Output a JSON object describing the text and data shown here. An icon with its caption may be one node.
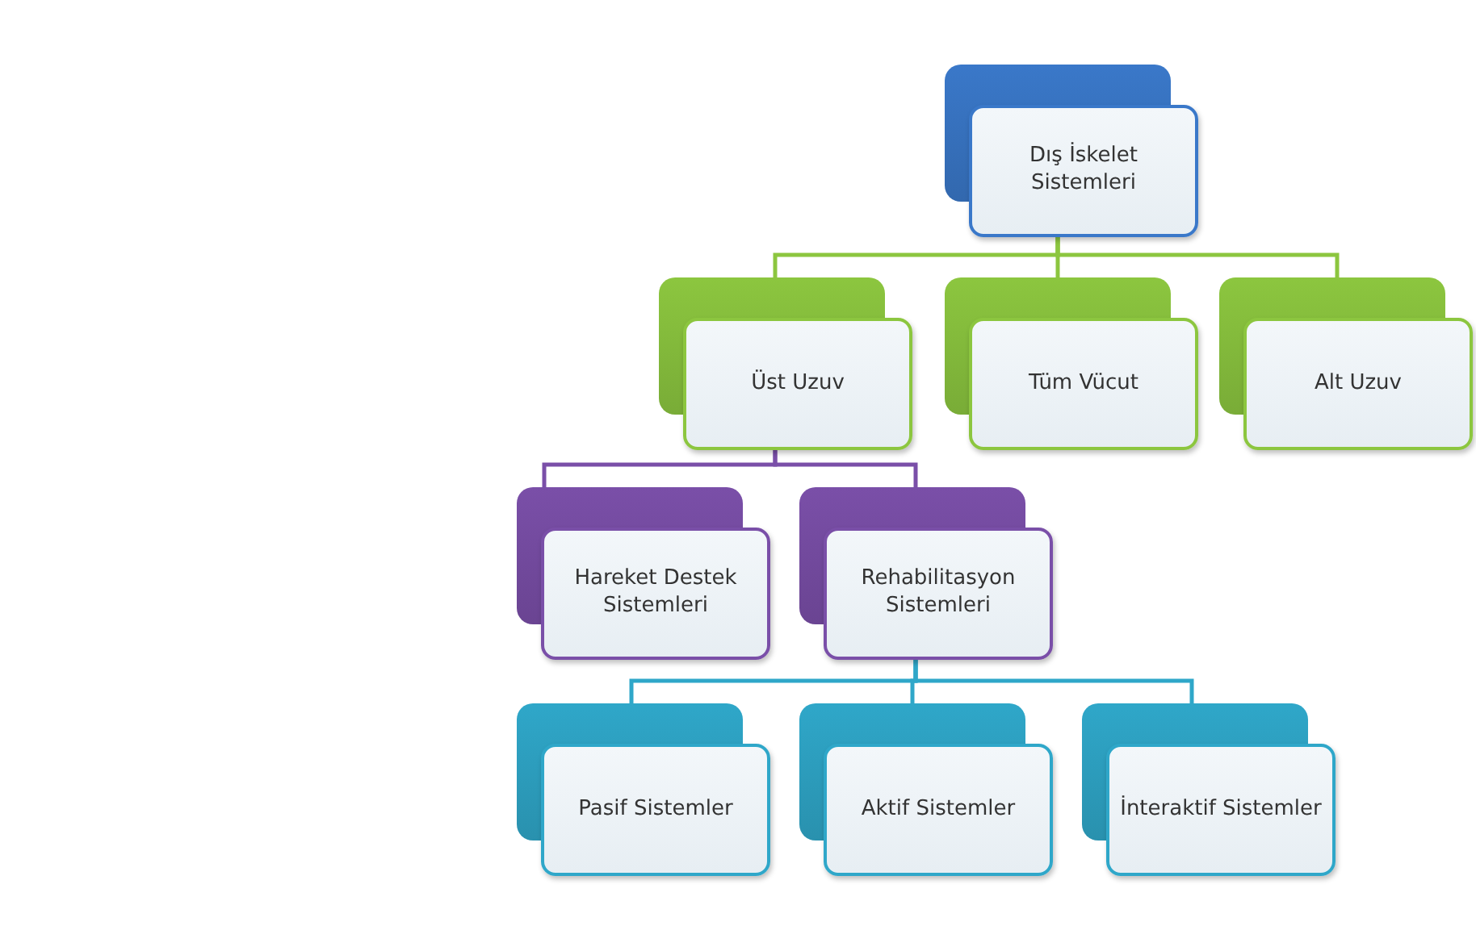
{
  "diagram": {
    "nodes": [
      {
        "text": [
          "Dış İskelet Sistemleri"
        ]
      },
      {
        "text": [
          "Üst Uzuv"
        ]
      },
      {
        "text": [
          "Tüm Vücut"
        ]
      },
      {
        "text": [
          "Alt Uzuv"
        ]
      },
      {
        "text": [
          "Hareket Destek Sistemleri"
        ]
      },
      {
        "text": [
          "Rehabilitasyon Sistemleri"
        ]
      },
      {
        "text": [
          "Pasif Sistemler"
        ]
      },
      {
        "text": [
          "Aktif Sistemler"
        ]
      },
      {
        "text": [
          "İnteraktif Sistemler"
        ]
      }
    ],
    "edges": [
      {
        "from": 0,
        "to": 1,
        "arrow": "none",
        "color": "#8cc63f"
      },
      {
        "from": 0,
        "to": 2,
        "arrow": "none",
        "color": "#8cc63f"
      },
      {
        "from": 0,
        "to": 3,
        "arrow": "none",
        "color": "#8cc63f"
      },
      {
        "from": 1,
        "to": 4,
        "arrow": "none",
        "color": "#7a4fa8"
      },
      {
        "from": 1,
        "to": 5,
        "arrow": "none",
        "color": "#7a4fa8"
      },
      {
        "from": 5,
        "to": 6,
        "arrow": "none",
        "color": "#2fa7c9"
      },
      {
        "from": 5,
        "to": 7,
        "arrow": "none",
        "color": "#2fa7c9"
      },
      {
        "from": 5,
        "to": 8,
        "arrow": "none",
        "color": "#2fa7c9"
      }
    ]
  }
}
